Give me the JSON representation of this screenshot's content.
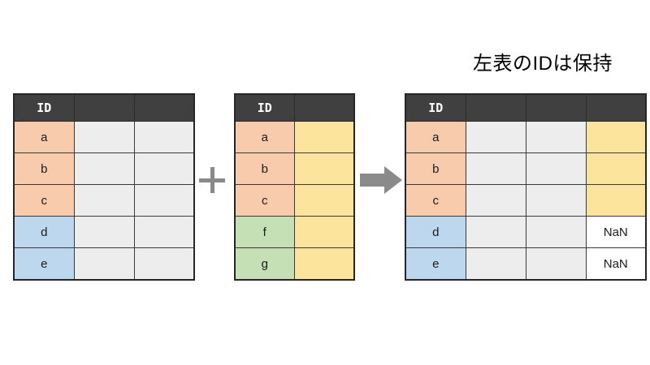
{
  "title": "左表のIDは保持",
  "colors": {
    "header": "#404040",
    "orange": "#F8CBAC",
    "blue": "#BDD7EE",
    "green": "#C5E0B4",
    "yellow": "#FCE49C",
    "gray": "#EDEDED",
    "white": "#FFFFFF",
    "operator": "#8a8a8a"
  },
  "operators": {
    "plus": "plus-sign",
    "arrow": "arrow-right-icon"
  },
  "tables": {
    "left": {
      "name": "left-table",
      "headers": [
        "ID",
        "",
        ""
      ],
      "rows": [
        {
          "id": "a",
          "id_color": "orange",
          "cells": [
            "",
            ""
          ],
          "cell_colors": [
            "gray",
            "gray"
          ]
        },
        {
          "id": "b",
          "id_color": "orange",
          "cells": [
            "",
            ""
          ],
          "cell_colors": [
            "gray",
            "gray"
          ]
        },
        {
          "id": "c",
          "id_color": "orange",
          "cells": [
            "",
            ""
          ],
          "cell_colors": [
            "gray",
            "gray"
          ]
        },
        {
          "id": "d",
          "id_color": "blue",
          "cells": [
            "",
            ""
          ],
          "cell_colors": [
            "gray",
            "gray"
          ]
        },
        {
          "id": "e",
          "id_color": "blue",
          "cells": [
            "",
            ""
          ],
          "cell_colors": [
            "gray",
            "gray"
          ]
        }
      ]
    },
    "right_source": {
      "name": "right-table",
      "headers": [
        "ID",
        ""
      ],
      "rows": [
        {
          "id": "a",
          "id_color": "orange",
          "cells": [
            ""
          ],
          "cell_colors": [
            "yellow"
          ]
        },
        {
          "id": "b",
          "id_color": "orange",
          "cells": [
            ""
          ],
          "cell_colors": [
            "yellow"
          ]
        },
        {
          "id": "c",
          "id_color": "orange",
          "cells": [
            ""
          ],
          "cell_colors": [
            "yellow"
          ]
        },
        {
          "id": "f",
          "id_color": "green",
          "cells": [
            ""
          ],
          "cell_colors": [
            "yellow"
          ]
        },
        {
          "id": "g",
          "id_color": "green",
          "cells": [
            ""
          ],
          "cell_colors": [
            "yellow"
          ]
        }
      ]
    },
    "result": {
      "name": "result-table",
      "headers": [
        "ID",
        "",
        "",
        ""
      ],
      "rows": [
        {
          "id": "a",
          "id_color": "orange",
          "cells": [
            "",
            "",
            ""
          ],
          "cell_colors": [
            "gray",
            "gray",
            "yellow"
          ]
        },
        {
          "id": "b",
          "id_color": "orange",
          "cells": [
            "",
            "",
            ""
          ],
          "cell_colors": [
            "gray",
            "gray",
            "yellow"
          ]
        },
        {
          "id": "c",
          "id_color": "orange",
          "cells": [
            "",
            "",
            ""
          ],
          "cell_colors": [
            "gray",
            "gray",
            "yellow"
          ]
        },
        {
          "id": "d",
          "id_color": "blue",
          "cells": [
            "",
            "",
            "NaN"
          ],
          "cell_colors": [
            "gray",
            "gray",
            "white"
          ]
        },
        {
          "id": "e",
          "id_color": "blue",
          "cells": [
            "",
            "",
            "NaN"
          ],
          "cell_colors": [
            "gray",
            "gray",
            "white"
          ]
        }
      ]
    }
  }
}
